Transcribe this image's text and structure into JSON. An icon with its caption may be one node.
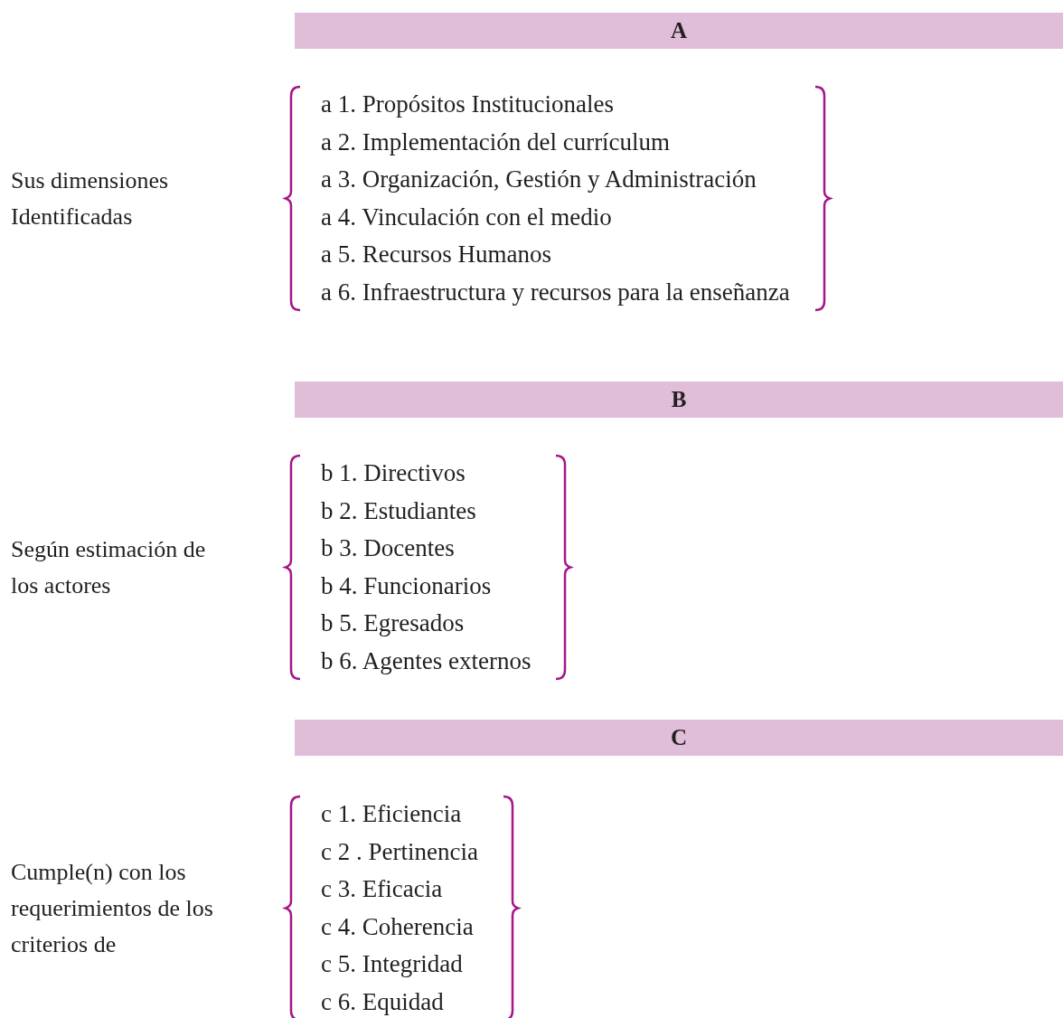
{
  "diagram": {
    "nodes": [
      {
        "text": [
          "A"
        ]
      },
      {
        "text": [
          "B"
        ]
      },
      {
        "text": [
          "C"
        ]
      }
    ],
    "labels": [
      "Sus dimensiones Identificadas",
      "a 1. Propósitos Institucionales",
      "a 2. Implementación del currículum",
      "a 3. Organización, Gestión y Administración",
      "a 4. Vinculación con el medio",
      "a 5. Recursos Humanos",
      "a 6. Infraestructura y recursos para la enseñanza",
      "Según estimación de los actores",
      "b 1. Directivos",
      "b 2. Estudiantes",
      "b 3. Docentes",
      "b 4. Funcionarios",
      "b 5. Egresados",
      "b 6. Agentes externos",
      "Cumple(n) con los requerimientos de los criterios de",
      "c 1. Eficiencia",
      "c 2 . Pertinencia",
      "c 3. Eficacia",
      "c 4. Coherencia",
      "c 5. Integridad",
      "c 6. Equidad"
    ]
  }
}
